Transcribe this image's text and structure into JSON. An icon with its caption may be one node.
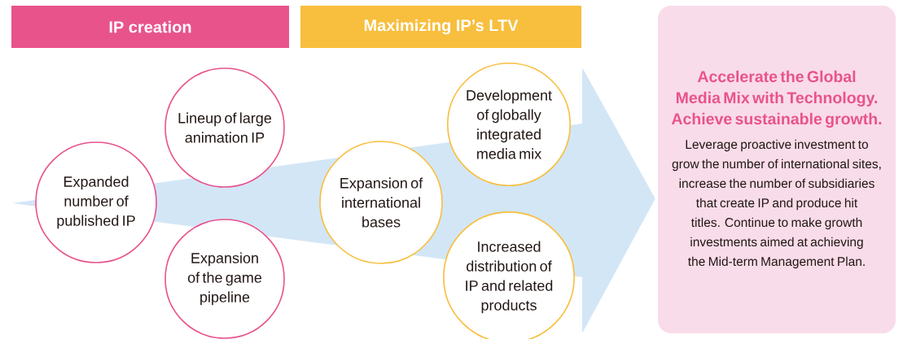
{
  "diagram": {
    "nodes": [
      {
        "text": [
          "IP creation"
        ]
      },
      {
        "text": [
          "Maximizing IP’s LTV"
        ]
      },
      {
        "text": [
          "Expanded number of published IP"
        ]
      },
      {
        "text": [
          "Lineup of large animation IP"
        ]
      },
      {
        "text": [
          "Expansion of the game pipeline"
        ]
      },
      {
        "text": [
          "Expansion of international bases"
        ]
      },
      {
        "text": [
          "Development of globally integrated media mix"
        ]
      },
      {
        "text": [
          "Increased distribution of IP and related products"
        ]
      },
      {
        "text": [
          "Accelerate the Global Media Mix with Technology. Achieve sustainable growth.",
          "Leverage proactive investment to grow the number of international sites, increase the number of subsidiaries that create IP and produce hit titles. Continue to make growth investments aimed at achieving the Mid-term Management Plan."
        ]
      }
    ],
    "edges": [
      {
        "from": null,
        "to": 8,
        "arrow": "to"
      }
    ]
  }
}
